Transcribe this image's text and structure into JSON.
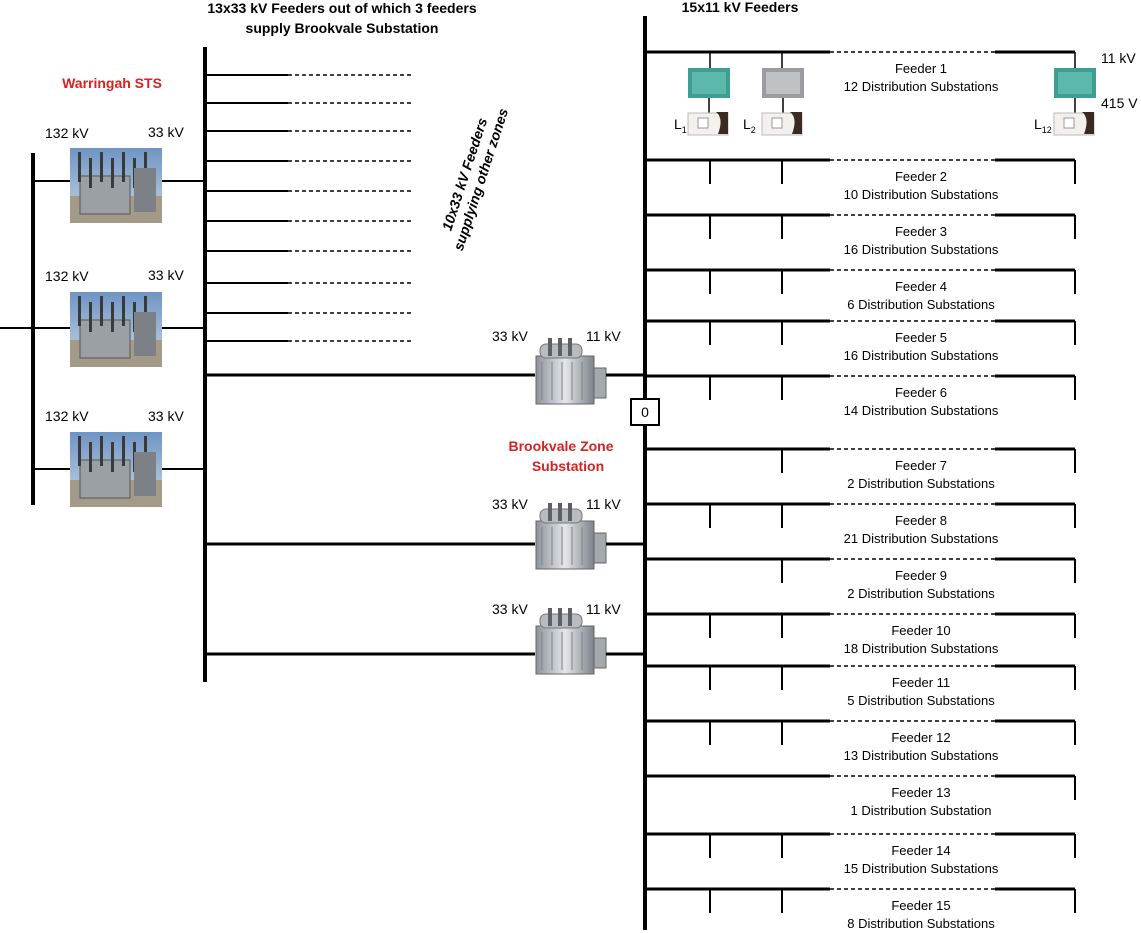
{
  "header": {
    "feeders33_title_1": "13x33 kV Feeders out of which 3 feeders",
    "feeders33_title_2": "supply Brookvale Substation",
    "feeders11_title": "15x11 kV Feeders",
    "other_zones_1": "10x33 kV Feeders",
    "other_zones_2": "supplying other zones"
  },
  "warringah": {
    "name": "Warringah STS",
    "transformers": [
      {
        "hv": "132 kV",
        "lv": "33 kV"
      },
      {
        "hv": "132 kV",
        "lv": "33 kV"
      },
      {
        "hv": "132 kV",
        "lv": "33 kV"
      }
    ]
  },
  "brookvale": {
    "name_1": "Brookvale Zone",
    "name_2": "Substation",
    "bus_node": "0",
    "transformers": [
      {
        "hv": "33 kV",
        "lv": "11 kV"
      },
      {
        "hv": "33 kV",
        "lv": "11 kV"
      },
      {
        "hv": "33 kV",
        "lv": "11 kV"
      }
    ]
  },
  "feeder1_detail": {
    "hv": "11 kV",
    "lv": "415 V",
    "loads": [
      {
        "base": "L",
        "sub": "1"
      },
      {
        "base": "L",
        "sub": "2"
      },
      {
        "base": "L",
        "sub": "12"
      }
    ]
  },
  "feeders": [
    {
      "name": "Feeder 1",
      "subs": "12 Distribution Substations",
      "drops": 3
    },
    {
      "name": "Feeder 2",
      "subs": "10 Distribution Substations",
      "drops": 3
    },
    {
      "name": "Feeder 3",
      "subs": "16 Distribution Substations",
      "drops": 3
    },
    {
      "name": "Feeder 4",
      "subs": "6 Distribution Substations",
      "drops": 3
    },
    {
      "name": "Feeder 5",
      "subs": "16 Distribution Substations",
      "drops": 3
    },
    {
      "name": "Feeder 6",
      "subs": "14 Distribution Substations",
      "drops": 3
    },
    {
      "name": "Feeder 7",
      "subs": "2 Distribution Substations",
      "drops": 2
    },
    {
      "name": "Feeder 8",
      "subs": "21 Distribution Substations",
      "drops": 3
    },
    {
      "name": "Feeder 9",
      "subs": "2 Distribution Substations",
      "drops": 2
    },
    {
      "name": "Feeder 10",
      "subs": "18 Distribution Substations",
      "drops": 3
    },
    {
      "name": "Feeder 11",
      "subs": "5 Distribution Substations",
      "drops": 3
    },
    {
      "name": "Feeder 12",
      "subs": "13 Distribution Substations",
      "drops": 3
    },
    {
      "name": "Feeder 13",
      "subs": "1 Distribution Substation",
      "drops": 1
    },
    {
      "name": "Feeder 14",
      "subs": "15 Distribution Substations",
      "drops": 3
    },
    {
      "name": "Feeder 15",
      "subs": "8 Distribution Substations",
      "drops": 3
    }
  ]
}
